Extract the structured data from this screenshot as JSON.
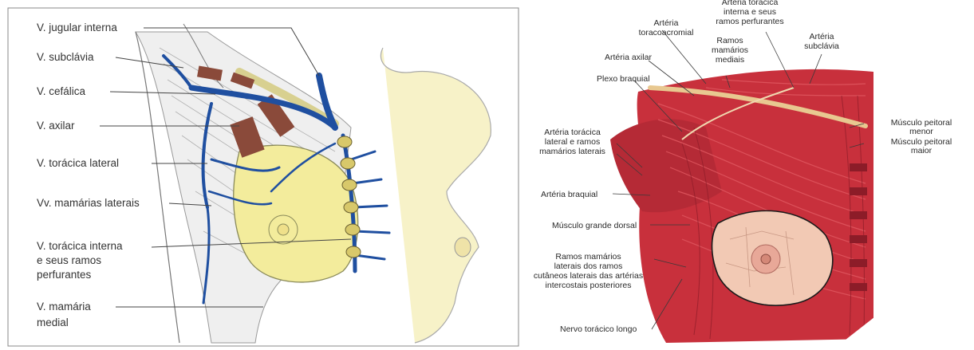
{
  "left_figure": {
    "labels": [
      {
        "id": "jugular",
        "text": "V. jugular interna"
      },
      {
        "id": "subclavia",
        "text": "V. subclávia"
      },
      {
        "id": "cefalica",
        "text": "V. cefálica"
      },
      {
        "id": "axilar",
        "text": "V. axilar"
      },
      {
        "id": "toracica_lateral",
        "text": "V. torácica lateral"
      },
      {
        "id": "mamarias_laterais",
        "text": "Vv. mamárias laterais"
      },
      {
        "id": "toracica_interna_1",
        "text": "V. torácica interna"
      },
      {
        "id": "toracica_interna_2",
        "text": "e seus ramos"
      },
      {
        "id": "toracica_interna_3",
        "text": "perfurantes"
      },
      {
        "id": "mamaria_medial_1",
        "text": "V. mamária"
      },
      {
        "id": "mamaria_medial_2",
        "text": "medial"
      }
    ],
    "colors": {
      "vein": "#1f4fa0",
      "breast": "#f3ec9c",
      "nodes": "#d8c86a",
      "muscle": "#8a4a3a"
    }
  },
  "right_figure": {
    "labels": [
      {
        "id": "toracica_interna_1",
        "text": "Artéria torácica"
      },
      {
        "id": "toracica_interna_2",
        "text": "interna e seus"
      },
      {
        "id": "toracica_interna_3",
        "text": "ramos perfurantes"
      },
      {
        "id": "toracoacromial_1",
        "text": "Artéria"
      },
      {
        "id": "toracoacromial_2",
        "text": "toracoacromial"
      },
      {
        "id": "ramos_mamarios_1",
        "text": "Ramos"
      },
      {
        "id": "ramos_mamarios_2",
        "text": "mamários"
      },
      {
        "id": "ramos_mamarios_3",
        "text": "mediais"
      },
      {
        "id": "subclavia_1",
        "text": "Artéria"
      },
      {
        "id": "subclavia_2",
        "text": "subclávia"
      },
      {
        "id": "axilar",
        "text": "Artéria axilar"
      },
      {
        "id": "plexo",
        "text": "Plexo braquial"
      },
      {
        "id": "peitoral_menor_1",
        "text": "Músculo peitoral"
      },
      {
        "id": "peitoral_menor_2",
        "text": "menor"
      },
      {
        "id": "peitoral_maior_1",
        "text": "Músculo peitoral"
      },
      {
        "id": "peitoral_maior_2",
        "text": "maior"
      },
      {
        "id": "toracica_lateral_1",
        "text": "Artéria torácica"
      },
      {
        "id": "toracica_lateral_2",
        "text": "lateral e ramos"
      },
      {
        "id": "toracica_lateral_3",
        "text": "mamários laterais"
      },
      {
        "id": "braquial",
        "text": "Artéria braquial"
      },
      {
        "id": "grande_dorsal",
        "text": "Músculo grande dorsal"
      },
      {
        "id": "ramos_laterais_1",
        "text": "Ramos mamários"
      },
      {
        "id": "ramos_laterais_2",
        "text": "laterais dos ramos"
      },
      {
        "id": "ramos_laterais_3",
        "text": "cutâneos laterais das artérias"
      },
      {
        "id": "ramos_laterais_4",
        "text": "intercostais posteriores"
      },
      {
        "id": "nervo",
        "text": "Nervo torácico longo"
      }
    ],
    "colors": {
      "muscle": "#c8303c",
      "muscle_dark": "#8c1c28",
      "breast": "#f2c9b4",
      "nerve": "#e8c890"
    }
  }
}
